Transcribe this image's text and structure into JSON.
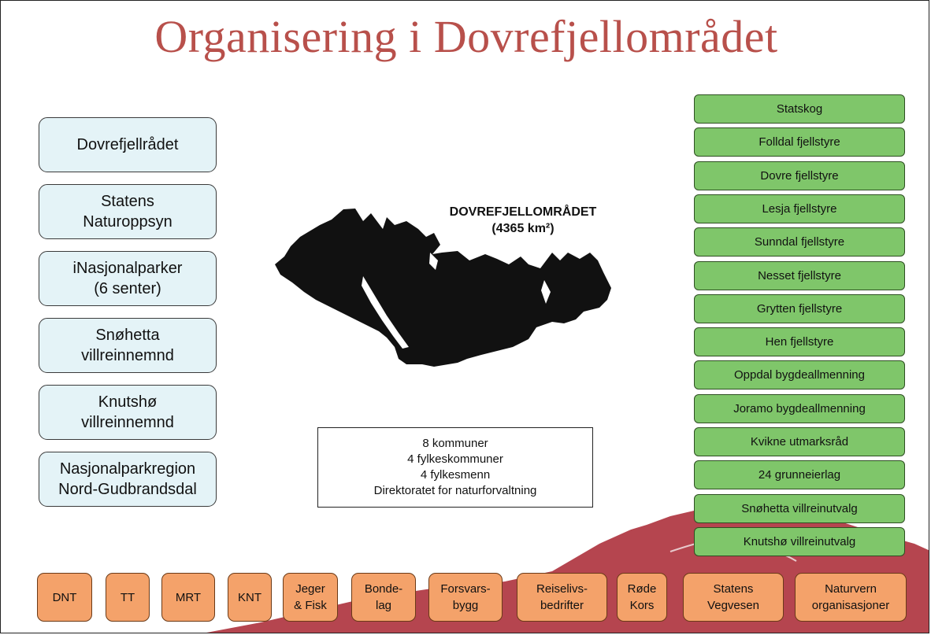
{
  "title": "Organisering i Dovrefjellområdet",
  "map": {
    "name": "DOVREFJELLOMRÅDET",
    "area": "(4365 km²)"
  },
  "info_lines": [
    "8 kommuner",
    "4 fylkeskommuner",
    "4 fylkesmenn",
    "Direktoratet for naturforvaltning"
  ],
  "left_boxes": [
    "Dovrefjellrådet",
    "Statens\nNaturoppsyn",
    "iNasjonalparker\n(6 senter)",
    "Snøhetta\nvillreinnemnd",
    "Knutshø\nvillreinnemnd",
    "Nasjonalparkregion\nNord-Gudbrandsdal"
  ],
  "right_boxes": [
    "Statskog",
    "Folldal fjellstyre",
    "Dovre fjellstyre",
    "Lesja fjellstyre",
    "Sunndal fjellstyre",
    "Nesset fjellstyre",
    "Grytten fjellstyre",
    "Hen fjellstyre",
    "Oppdal bygdeallmenning",
    "Joramo bygdeallmenning",
    "Kvikne utmarksråd",
    "24 grunneierlag",
    "Snøhetta villreinutvalg",
    "Knutshø villreinutvalg"
  ],
  "bottom_boxes": [
    "DNT",
    "TT",
    "MRT",
    "KNT",
    "Jeger\n& Fisk",
    "Bonde-\nlag",
    "Forsvars-\nbygg",
    "Reiselivs-\nbedrifter",
    "Røde\nKors",
    "Statens\nVegvesen",
    "Naturvern\norganisasjoner"
  ],
  "colors": {
    "title": "#b8504b",
    "left_fill": "#e4f3f7",
    "right_fill": "#7fc66a",
    "bottom_fill": "#f4a26a",
    "mountain": "#b5454f",
    "region": "#111111"
  }
}
